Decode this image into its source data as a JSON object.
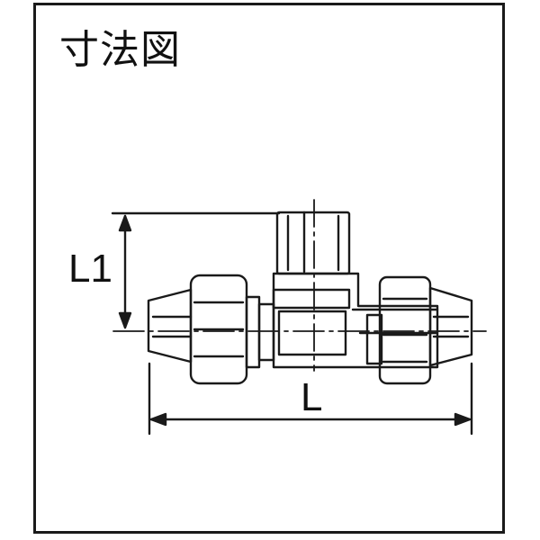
{
  "title": "寸法図",
  "dimensions": {
    "l1_label": "L1",
    "l_label": "L"
  },
  "colors": {
    "line": "#1a1a1a",
    "background": "#ffffff"
  }
}
